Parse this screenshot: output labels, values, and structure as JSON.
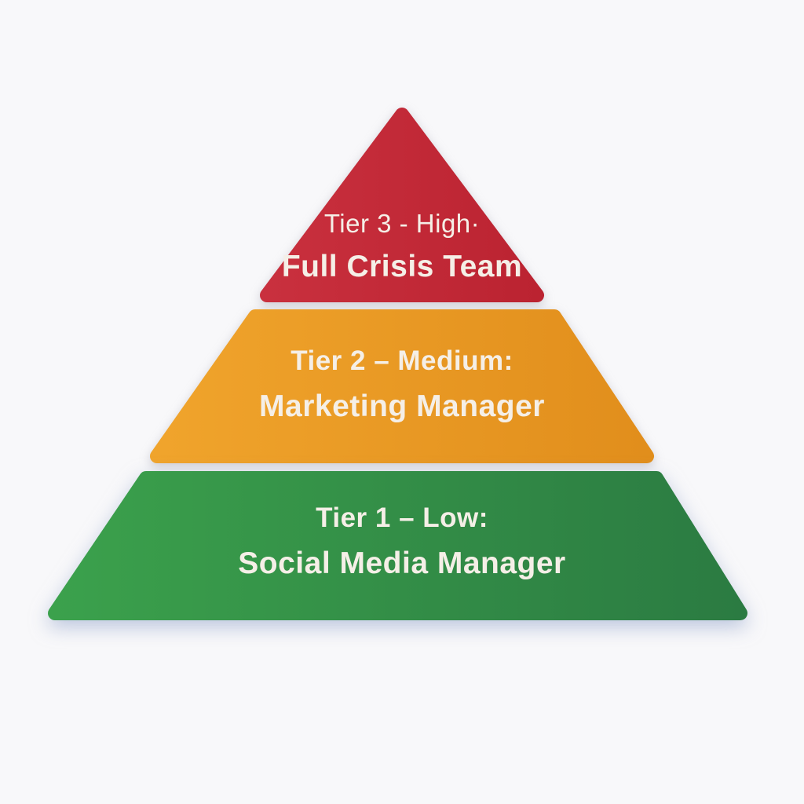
{
  "diagram": {
    "type": "pyramid",
    "tier_count": 3,
    "tiers": [
      {
        "id": "tier-3",
        "position": "top",
        "level_label": "Tier 3 - High·",
        "owner_label": "Full Crisis Team",
        "fill_light": "#C9303E",
        "fill_dark": "#BB2331"
      },
      {
        "id": "tier-2",
        "position": "middle",
        "level_label": "Tier 2 – Medium:",
        "owner_label": "Marketing Manager",
        "fill_light": "#F0A42C",
        "fill_dark": "#E18E1C"
      },
      {
        "id": "tier-1",
        "position": "bottom",
        "level_label": "Tier 1 – Low:",
        "owner_label": "Social Media Manager",
        "fill_light": "#3BA14C",
        "fill_dark": "#2B7B42"
      }
    ]
  },
  "colors": {
    "background": "#F8F8FA",
    "label_text": "#F5EFE7"
  }
}
